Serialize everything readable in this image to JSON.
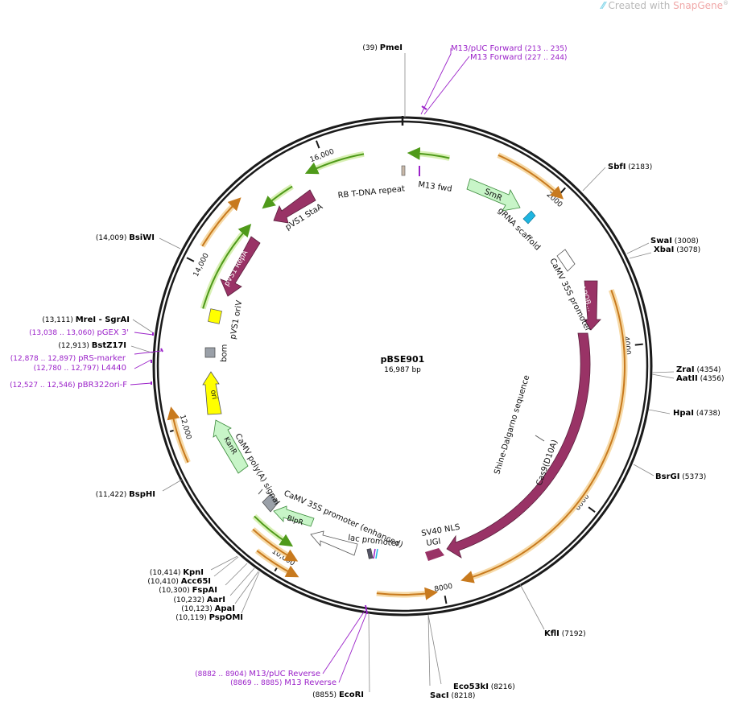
{
  "branding": {
    "created_with": "Created with",
    "app": "SnapGene",
    "reg": "®"
  },
  "plasmid": {
    "name": "pBSE901",
    "length_label": "16,987 bp",
    "length": 16987
  },
  "ticks": [
    {
      "pos": 2000,
      "label": "2000"
    },
    {
      "pos": 4000,
      "label": "4000"
    },
    {
      "pos": 6000,
      "label": "6000"
    },
    {
      "pos": 8000,
      "label": "8000"
    },
    {
      "pos": 10000,
      "label": "10,000"
    },
    {
      "pos": 12000,
      "label": "12,000"
    },
    {
      "pos": 14000,
      "label": "14,000"
    },
    {
      "pos": 16000,
      "label": "16,000"
    }
  ],
  "sites": [
    {
      "name": "PmeI",
      "pos_label": "(39)",
      "pos": 39,
      "side": "left"
    },
    {
      "name": "SbfI",
      "pos_label": "(2183)",
      "pos": 2183,
      "side": "right"
    },
    {
      "name": "SwaI",
      "pos_label": "(3008)",
      "pos": 3008,
      "side": "right"
    },
    {
      "name": "XbaI",
      "pos_label": "(3078)",
      "pos": 3078,
      "side": "right"
    },
    {
      "name": "ZraI",
      "pos_label": "(4354)",
      "pos": 4354,
      "side": "right"
    },
    {
      "name": "AatII",
      "pos_label": "(4356)",
      "pos": 4356,
      "side": "right"
    },
    {
      "name": "HpaI",
      "pos_label": "(4738)",
      "pos": 4738,
      "side": "right"
    },
    {
      "name": "BsrGI",
      "pos_label": "(5373)",
      "pos": 5373,
      "side": "right"
    },
    {
      "name": "KflI",
      "pos_label": "(7192)",
      "pos": 7192,
      "side": "right"
    },
    {
      "name": "Eco53kI",
      "pos_label": "(8216)",
      "pos": 8216,
      "side": "right"
    },
    {
      "name": "SacI",
      "pos_label": "(8218)",
      "pos": 8218,
      "side": "right"
    },
    {
      "name": "EcoRI",
      "pos_label": "(8855)",
      "pos": 8855,
      "side": "left"
    },
    {
      "name": "PspOMI",
      "pos_label": "(10,119)",
      "pos": 10119,
      "side": "left"
    },
    {
      "name": "ApaI",
      "pos_label": "(10,123)",
      "pos": 10123,
      "side": "left"
    },
    {
      "name": "AarI",
      "pos_label": "(10,232)",
      "pos": 10232,
      "side": "left"
    },
    {
      "name": "FspAI",
      "pos_label": "(10,300)",
      "pos": 10300,
      "side": "left"
    },
    {
      "name": "Acc65I",
      "pos_label": "(10,410)",
      "pos": 10410,
      "side": "left"
    },
    {
      "name": "KpnI",
      "pos_label": "(10,414)",
      "pos": 10414,
      "side": "left"
    },
    {
      "name": "BspHI",
      "pos_label": "(11,422)",
      "pos": 11422,
      "side": "left"
    },
    {
      "name": "BstZ17I",
      "pos_label": "(12,913)",
      "pos": 12913,
      "side": "left"
    },
    {
      "name": "MreI  - SgrAI",
      "pos_label": "(13,111)",
      "pos": 13111,
      "side": "left"
    },
    {
      "name": "BsiWI",
      "pos_label": "(14,009)",
      "pos": 14009,
      "side": "left"
    }
  ],
  "primers": [
    {
      "name": "M13/pUC Forward",
      "pos_label": "(213 .. 235)",
      "side": "right"
    },
    {
      "name": "M13 Forward",
      "pos_label": "(227 .. 244)",
      "side": "right"
    },
    {
      "name": "M13/pUC Reverse",
      "pos_label": "(8882 .. 8904)",
      "side": "left"
    },
    {
      "name": "M13 Reverse",
      "pos_label": "(8869 .. 8885)",
      "side": "left"
    },
    {
      "name": "pGEX 3'",
      "pos_label": "(13,038 .. 13,060)",
      "side": "left"
    },
    {
      "name": "pRS-marker",
      "pos_label": "(12,878 .. 12,897)",
      "side": "left"
    },
    {
      "name": "L4440",
      "pos_label": "(12,780 .. 12,797)",
      "side": "left"
    },
    {
      "name": "pBR322ori-F",
      "pos_label": "(12,527 .. 12,546)",
      "side": "left"
    }
  ],
  "features": [
    {
      "name": "RB T-DNA repeat",
      "type": "misc",
      "color": "#c9b9a9"
    },
    {
      "name": "M13 fwd",
      "type": "primer_bind",
      "color": "#9b22c9"
    },
    {
      "name": "SmR",
      "type": "gene",
      "color": "#c8f5c8"
    },
    {
      "name": "gRNA scaffold",
      "type": "misc",
      "color": "#1fb5e0"
    },
    {
      "name": "CaMV 35S promoter",
      "type": "promoter",
      "color": "#ffffff"
    },
    {
      "name": "APOB...",
      "type": "cds",
      "color": "#993366"
    },
    {
      "name": "Cas9(D10A)",
      "type": "cds",
      "color": "#993366"
    },
    {
      "name": "Shine-Dalgarno sequence",
      "type": "rbs",
      "color": "#555555"
    },
    {
      "name": "SV40 NLS",
      "type": "cds",
      "color": "#993366"
    },
    {
      "name": "UGI",
      "type": "cds",
      "color": "#993366"
    },
    {
      "name": "lac promoter",
      "type": "promoter",
      "color": "#ffffff"
    },
    {
      "name": "CaMV 35S promoter (enhanced)",
      "type": "promoter",
      "color": "#ffffff"
    },
    {
      "name": "BlpR",
      "type": "gene",
      "color": "#c8f5c8"
    },
    {
      "name": "CaMV poly(A) signal",
      "type": "terminator",
      "color": "#9aa0a8"
    },
    {
      "name": "KanR",
      "type": "gene",
      "color": "#c8f5c8"
    },
    {
      "name": "ori",
      "type": "rep_origin",
      "color": "#ffff00"
    },
    {
      "name": "bom",
      "type": "misc",
      "color": "#9aa0a8"
    },
    {
      "name": "pVS1 oriV",
      "type": "rep_origin",
      "color": "#ffff00"
    },
    {
      "name": "pVS1 RepA",
      "type": "cds",
      "color": "#993366"
    },
    {
      "name": "pVS1 StaA",
      "type": "cds",
      "color": "#993366"
    }
  ],
  "colors": {
    "backbone": "#1a1a1a",
    "orf_orange": "#c87a1e",
    "orf_glow": "#f6d9a6",
    "orf_green": "#4f9a1a",
    "orf_green_glow": "#d8f0b4",
    "primer": "#9b22c9",
    "cds": "#993366"
  }
}
